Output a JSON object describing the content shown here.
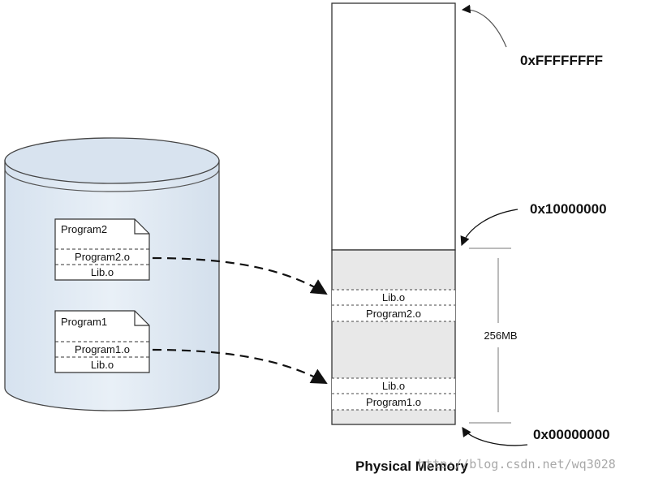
{
  "disk": {
    "program2": {
      "name": "Program2",
      "object": "Program2.o",
      "lib": "Lib.o"
    },
    "program1": {
      "name": "Program1",
      "object": "Program1.o",
      "lib": "Lib.o"
    }
  },
  "memory": {
    "title": "Physical Memory",
    "addr_top": "0xFFFFFFFF",
    "addr_mid": "0x10000000",
    "addr_bottom": "0x00000000",
    "size_label": "256MB",
    "seg_upper": {
      "lib": "Lib.o",
      "program": "Program2.o"
    },
    "seg_lower": {
      "lib": "Lib.o",
      "program": "Program1.o"
    }
  },
  "watermark": "http://blog.csdn.net/wq3028"
}
